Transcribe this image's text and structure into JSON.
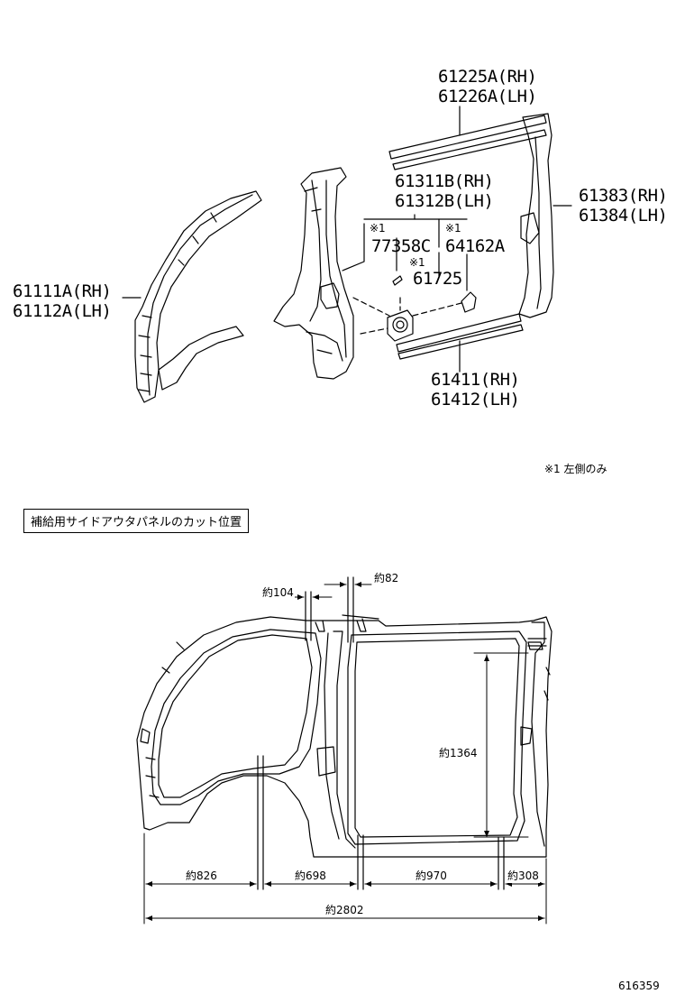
{
  "parts": {
    "p61225": [
      "61225A(RH)",
      "61226A(LH)"
    ],
    "p61311": [
      "61311B(RH)",
      "61312B(LH)"
    ],
    "p61383": [
      "61383(RH)",
      "61384(LH)"
    ],
    "p61111": [
      "61111A(RH)",
      "61112A(LH)"
    ],
    "p61411": [
      "61411(RH)",
      "61412(LH)"
    ],
    "p77358": "77358C",
    "p64162": "64162A",
    "p61725": "61725",
    "mark1": "※1"
  },
  "note_left_only": "※1 左側のみ",
  "cut_position_label": "補給用サイドアウタパネルのカット位置",
  "dimensions": {
    "d104": "約104",
    "d82": "約82",
    "d1364": "約1364",
    "d826": "約826",
    "d698": "約698",
    "d970": "約970",
    "d308": "約308",
    "d2802": "約2802"
  },
  "figure_id": "616359"
}
